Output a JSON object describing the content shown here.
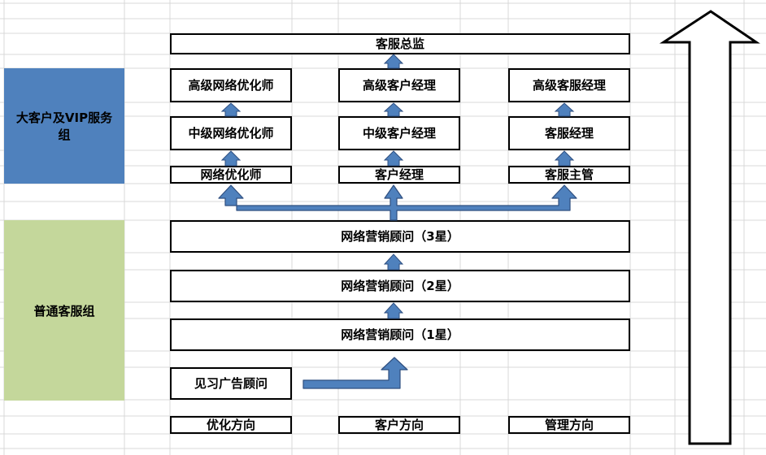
{
  "groups": {
    "vip": {
      "label": "大客户及VIP服务组",
      "color": "#4f81bd"
    },
    "normal": {
      "label": "普通客服组",
      "color": "#c4d79b"
    }
  },
  "nodes": {
    "director": "客服总监",
    "col1": {
      "senior": "高级网络优化师",
      "mid": "中级网络优化师",
      "junior": "网络优化师"
    },
    "col2": {
      "senior": "高级客户经理",
      "mid": "中级客户经理",
      "junior": "客户经理"
    },
    "col3": {
      "senior": "高级客服经理",
      "mid": "客服经理",
      "junior": "客服主管"
    },
    "consultant3": "网络营销顾问（3星）",
    "consultant2": "网络营销顾问（2星）",
    "consultant1": "网络营销顾问（1星）",
    "trainee": "见习广告顾问"
  },
  "directions": {
    "optimize": "优化方向",
    "customer": "客户方向",
    "management": "管理方向"
  },
  "levels": [
    "0",
    "1",
    "2",
    "3",
    "4",
    "5",
    "6",
    "7"
  ],
  "colors": {
    "arrow_blue": "#4f81bd",
    "arrow_outline": "#2f4f80",
    "grid": "#d9d9d9"
  }
}
